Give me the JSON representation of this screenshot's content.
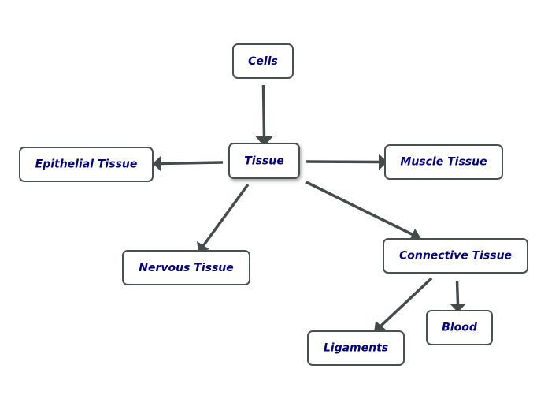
{
  "nodes": [
    {
      "id": "cells",
      "label": "Cells"
    },
    {
      "id": "tissue",
      "label": "Tissue"
    },
    {
      "id": "epithelial",
      "label": "Epithelial Tissue"
    },
    {
      "id": "muscle",
      "label": "Muscle Tissue"
    },
    {
      "id": "nervous",
      "label": "Nervous Tissue"
    },
    {
      "id": "connective",
      "label": "Connective Tissue"
    },
    {
      "id": "ligaments",
      "label": "Ligaments"
    },
    {
      "id": "blood",
      "label": "Blood"
    }
  ],
  "edges": [
    {
      "from": "cells",
      "to": "tissue"
    },
    {
      "from": "tissue",
      "to": "epithelial"
    },
    {
      "from": "tissue",
      "to": "muscle"
    },
    {
      "from": "tissue",
      "to": "nervous"
    },
    {
      "from": "tissue",
      "to": "connective"
    },
    {
      "from": "connective",
      "to": "ligaments"
    },
    {
      "from": "connective",
      "to": "blood"
    }
  ],
  "colors": {
    "label_text": "#000080",
    "box_border": "#4a4f4f",
    "arrow": "#454b4b",
    "background": "#ffffff"
  }
}
